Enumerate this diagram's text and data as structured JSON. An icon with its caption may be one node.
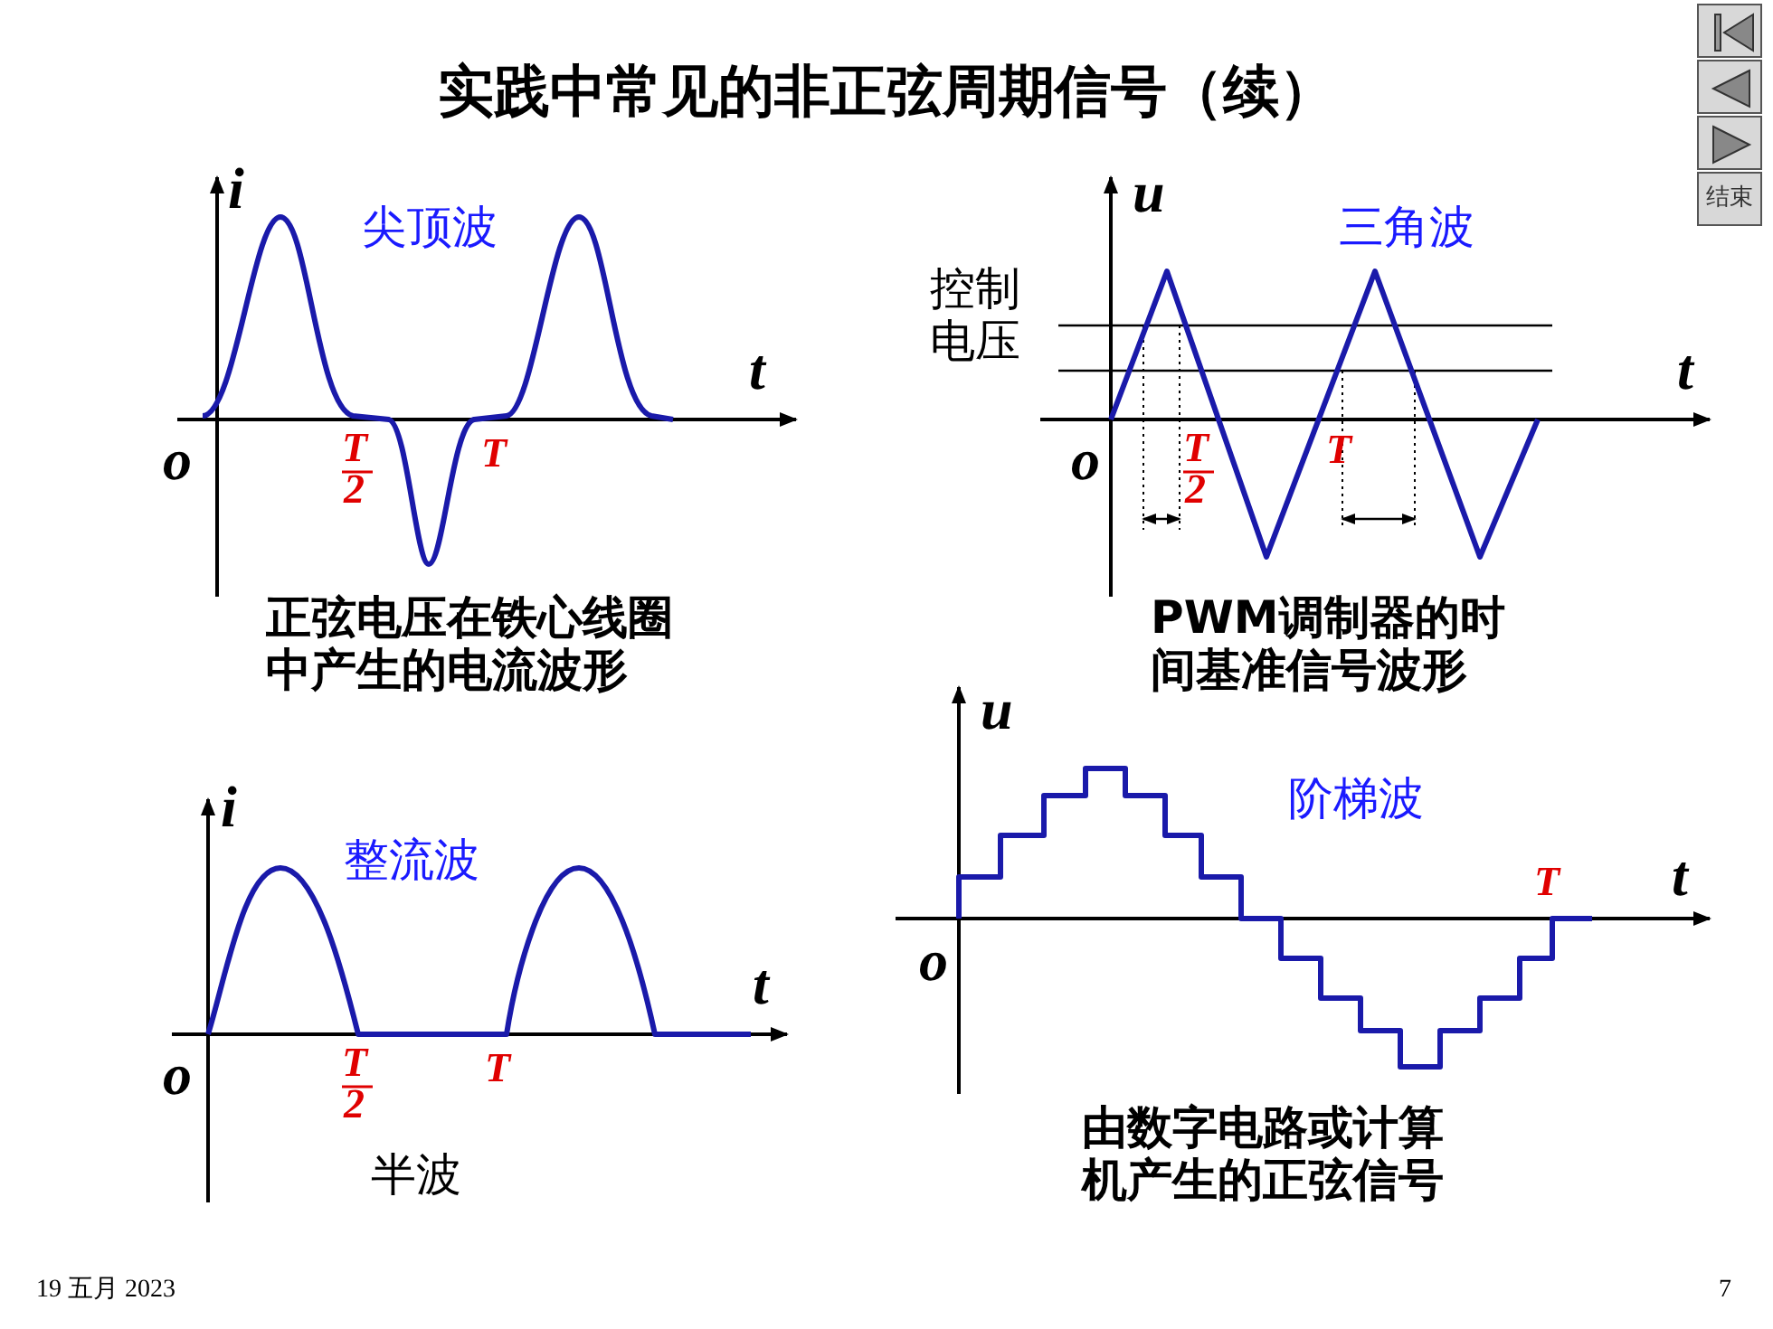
{
  "diagram": {
    "title": "实践中常见的非正弦周期信号（续）",
    "labels": [
      "结束",
      "i",
      "尖顶波",
      "u",
      "三角波",
      "控制电压",
      "t",
      "t",
      "o",
      "T",
      "2",
      "T",
      "o",
      "T",
      "2",
      "T",
      "正弦电压在铁心线圈中产生的电流波形",
      "PWM调制器的时间基准信号波形",
      "u",
      "i",
      "阶梯波",
      "整流波",
      "T",
      "t",
      "o",
      "t",
      "o",
      "T",
      "2",
      "T",
      "半波",
      "由数字电路或计算机产生的正弦信号",
      "19 五月 2023",
      "7"
    ]
  }
}
